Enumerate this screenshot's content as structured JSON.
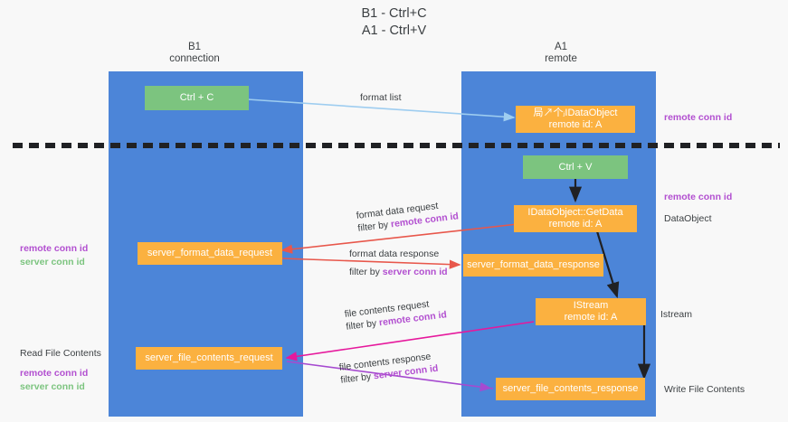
{
  "title": {
    "line1": "B1 - Ctrl+C",
    "line2": "A1 - Ctrl+V"
  },
  "lanes": [
    {
      "id": "b1",
      "head_line1": "B1",
      "head_line2": "connection",
      "color": "#4c85d8"
    },
    {
      "id": "a1",
      "head_line1": "A1",
      "head_line2": "remote",
      "color": "#4c85d8"
    }
  ],
  "nodes": {
    "ctrl_c": {
      "line1": "Ctrl + C",
      "line2": "",
      "color": "#7cc47f"
    },
    "idataobject": {
      "line1": "局↗个ⱼIDataObject",
      "line2": "remote id: A",
      "color": "#fbb140"
    },
    "ctrl_v": {
      "line1": "Ctrl + V",
      "line2": "",
      "color": "#7cc47f"
    },
    "getdata": {
      "line1": "IDataObject::GetData",
      "line2": "remote id: A",
      "color": "#fbb140"
    },
    "fmt_req": {
      "line1": "server_format_data_request",
      "line2": "",
      "color": "#fbb140"
    },
    "fmt_resp": {
      "line1": "server_format_data_response",
      "line2": "",
      "color": "#fbb140"
    },
    "istream": {
      "line1": "IStream",
      "line2": "remote id: A",
      "color": "#fbb140"
    },
    "file_req": {
      "line1": "server_file_contents_request",
      "line2": "",
      "color": "#fbb140"
    },
    "file_resp": {
      "line1": "server_file_contents_response",
      "line2": "",
      "color": "#fbb140"
    }
  },
  "edge_labels": {
    "format_list": "format list",
    "fmt_req_l1": "format data request",
    "fmt_req_l2_pre": "filter by ",
    "fmt_req_l2_key": "remote conn id",
    "fmt_resp_l1": "format data response",
    "fmt_resp_l2_pre": "filter by ",
    "fmt_resp_l2_key": "server conn id",
    "file_req_l1": "file contents request",
    "file_req_l2_pre": "filter by ",
    "file_req_l2_key": "remote conn id",
    "file_resp_l1": "file contents response",
    "file_resp_l2_pre": "filter by ",
    "file_resp_l2_key": "server conn id"
  },
  "side_labels": {
    "left_mid_remote": "remote conn id",
    "left_mid_server": "server conn id",
    "left_read": "Read File Contents",
    "left_bottom_remote": "remote conn id",
    "left_bottom_server": "server conn id",
    "right_top_remote": "remote conn id",
    "right_mid_remote": "remote conn id",
    "right_dataobject": "DataObject",
    "right_istream": "Istream",
    "right_write": "Write File Contents"
  },
  "colors": {
    "lane": "#4c85d8",
    "green_node": "#7cc47f",
    "orange_node": "#fbb140",
    "purple_text": "#b24fd0",
    "green_text": "#7cc47f",
    "red_arrow": "#e8574b",
    "magenta_arrow": "#e6189c",
    "violet_arrow": "#a64ad0",
    "light_blue_arrow": "#9ecdf0",
    "black_arrow": "#202124",
    "divider": "#202124",
    "background": "#f8f8f8"
  }
}
